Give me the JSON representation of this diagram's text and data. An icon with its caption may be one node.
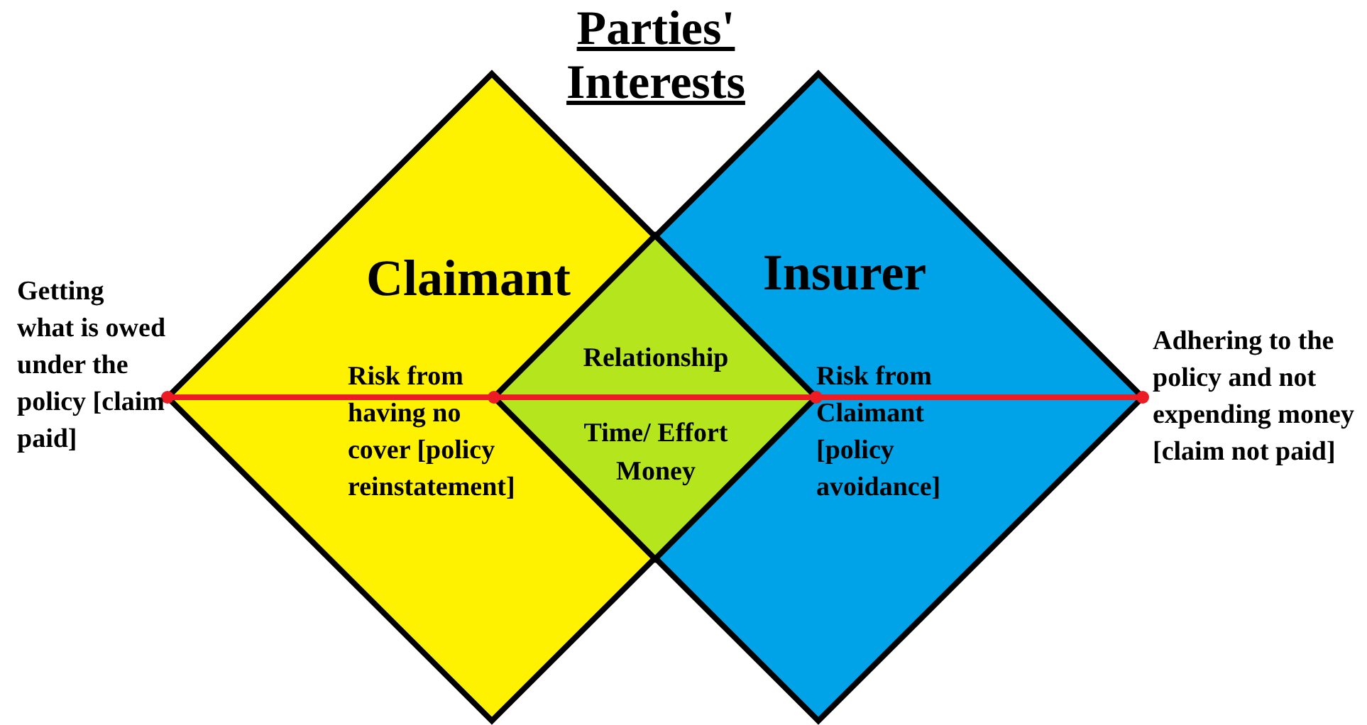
{
  "diagram": {
    "title": "Parties' Interests",
    "nodes": [
      {
        "text": [
          "Claimant",
          "Risk from having no cover [policy reinstatement]"
        ]
      },
      {
        "text": [
          "Insurer",
          "Risk from Claimant [policy avoidance]"
        ]
      },
      {
        "text": [
          "Relationship",
          "Time/ Effort Money"
        ]
      }
    ],
    "labels": [
      "Getting what is owed under the policy [claim paid]",
      "Adhering to the policy and not expending money [claim not paid]"
    ]
  }
}
